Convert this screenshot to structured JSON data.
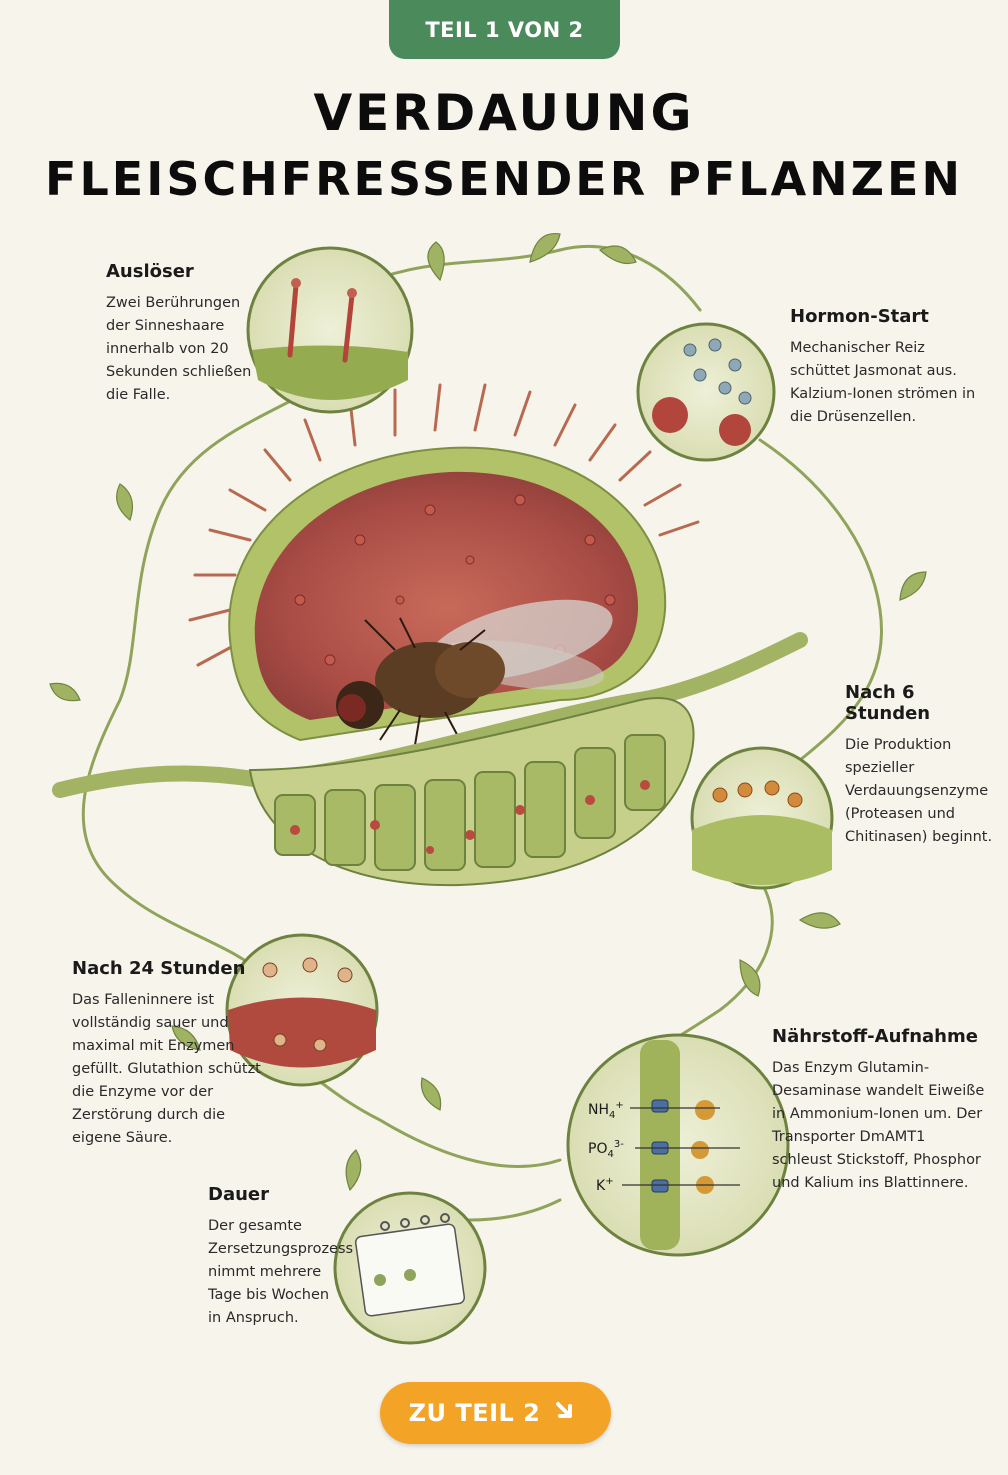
{
  "header": {
    "badge": "TEIL 1 VON 2",
    "title_line1": "VERDAUUNG",
    "title_line2": "FLEISCHFRESSENDER PFLANZEN"
  },
  "steps": {
    "ausloeser": {
      "title": "Auslöser",
      "text": "Zwei Berührungen der Sinneshaare innerhalb von 20 Sekunden schließen die Falle."
    },
    "hormon": {
      "title": "Hormon-Start",
      "text": "Mechanischer Reiz schüttet Jasmonat aus. Kalzium-Ionen strömen in die Drüsenzellen."
    },
    "nach6": {
      "title": "Nach 6 Stunden",
      "text": "Die Produktion spezieller Verdauungsenzyme (Proteasen und Chitinasen) beginnt."
    },
    "nach24": {
      "title": "Nach 24 Stunden",
      "text": "Das Falleninnere ist vollständig sauer und maximal mit Enzymen gefüllt. Glutathion schützt die Enzyme vor der Zerstörung durch die eigene Säure."
    },
    "naehrstoff": {
      "title": "Nährstoff-Aufnahme",
      "text": "Das Enzym Glutamin-Desaminase wandelt Eiweiße in Ammonium-Ionen um. Der Transporter DmAMT1 schleust Stickstoff, Phosphor und Kalium ins Blattinnere.",
      "ions": {
        "nh4": "NH",
        "nh4_sub": "4",
        "nh4_sup": "+",
        "po4": "PO",
        "po4_sub": "4",
        "po4_sup": "3-",
        "k": "K",
        "k_sup": "+"
      }
    },
    "dauer": {
      "title": "Dauer",
      "text": "Der gesamte Zersetzungsprozess nimmt mehrere Tage bis Wochen in Anspruch."
    }
  },
  "footer": {
    "button_label": "ZU TEIL 2",
    "button_icon": "arrow-down-right-icon"
  },
  "colors": {
    "badge_green": "#4b8a5b",
    "button_orange": "#f3a326",
    "leaf_green": "#a7b967",
    "trap_red": "#b85a4e",
    "background": "#f7f4ec"
  }
}
